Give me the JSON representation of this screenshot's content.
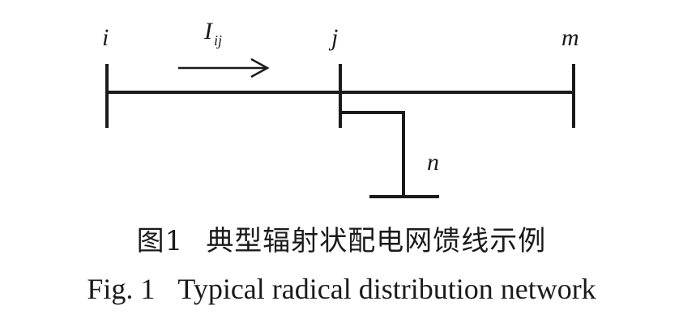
{
  "diagram": {
    "nodes": {
      "i": "i",
      "j": "j",
      "m": "m",
      "n": "n"
    },
    "current": {
      "symbol": "I",
      "subscript": "ij"
    }
  },
  "caption": {
    "cn_number": "图1",
    "cn_text": "典型辐射状配电网馈线示例",
    "en_number": "Fig. 1",
    "en_text": "Typical radical distribution network"
  }
}
